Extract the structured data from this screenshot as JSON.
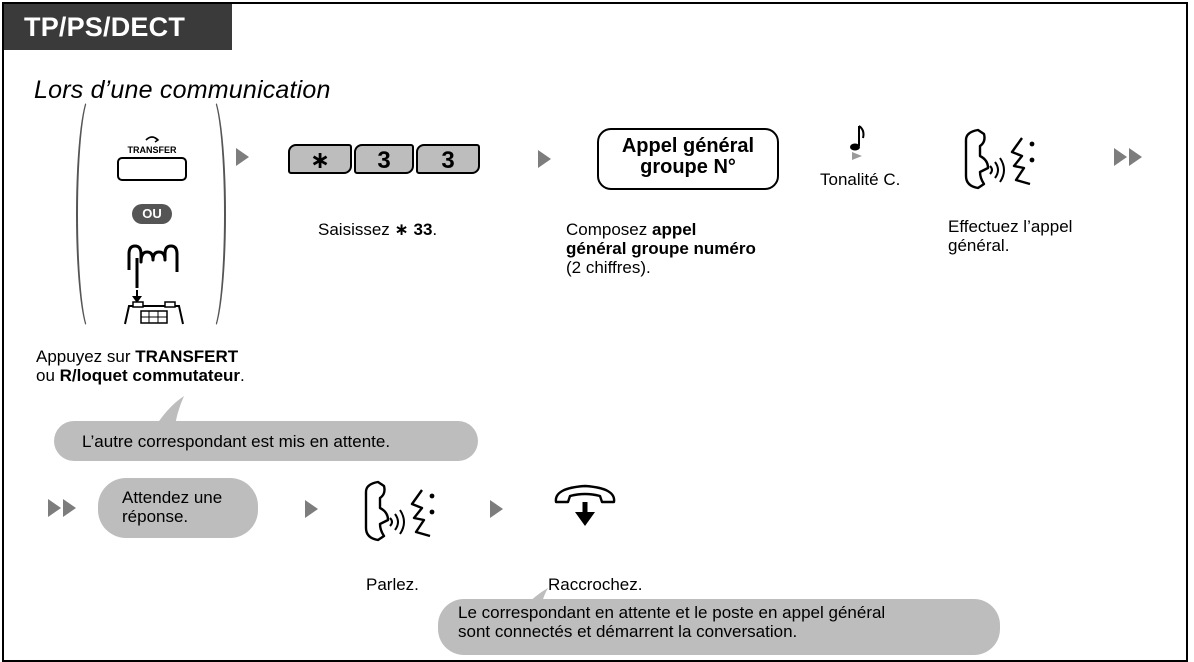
{
  "header": {
    "title": "TP/PS/DECT"
  },
  "situation": "Lors d’une communication",
  "transfer_key": {
    "label": "TRANSFER",
    "or_badge": "OU"
  },
  "step1": {
    "pre": "Appuyez sur ",
    "b1": "TRANSFERT",
    "mid": "ou ",
    "b2": "R/loquet commutateur",
    "post": "."
  },
  "keys": [
    "∗",
    "3",
    "3"
  ],
  "step2": {
    "pre": "Saisissez ",
    "code": "∗ 33",
    "post": "."
  },
  "group_key": {
    "line1": "Appel général",
    "line2": "groupe N°"
  },
  "step3": {
    "pre": "Composez ",
    "b1": "appel",
    "b2": "général groupe numéro",
    "post": "(2 chiffres)."
  },
  "tone": {
    "label": "Tonalité C."
  },
  "step4": {
    "line1": "Effectuez l’appel",
    "line2": "général."
  },
  "hold_bubble": "L’autre correspondant est mis en attente.",
  "wait_bubble": {
    "line1": "Attendez une",
    "line2": "réponse."
  },
  "talk_label": "Parlez.",
  "hangup_label": "Raccrochez.",
  "final_bubble": {
    "line1": "Le correspondant en attente et le poste en appel général",
    "line2": "sont connectés et démarrent la conversation."
  },
  "icons": {
    "transfer": "transfer-key-icon",
    "hookswitch": "hookswitch-flash-icon",
    "tone": "musical-note-icon",
    "talk": "handset-talk-icon",
    "hangup": "hang-up-icon"
  },
  "colors": {
    "header_bg": "#3a3a3a",
    "bubble": "#bdbdbd",
    "arrow": "#7d7d7d",
    "key_bg": "#bdbdbd"
  }
}
